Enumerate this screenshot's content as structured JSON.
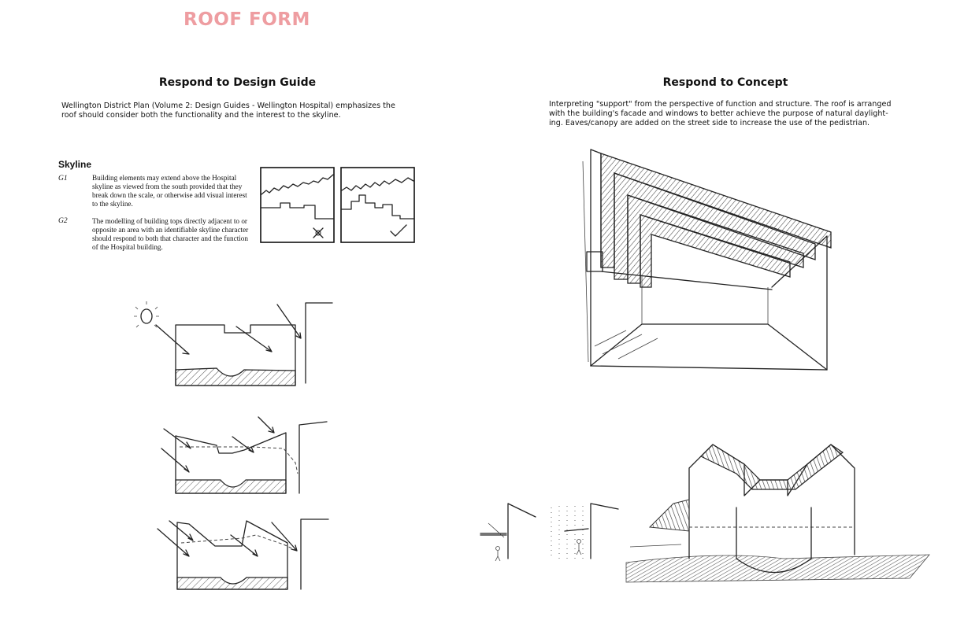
{
  "title": "ROOF FORM",
  "left": {
    "heading": "Respond to Design Guide",
    "paragraph_lines": [
      "Wellington District Plan (Volume 2: Design Guides - Wellington Hospital) emphasizes the",
      "roof should consider both the functionality and the interest to the skyline."
    ],
    "skyline": {
      "heading": "Skyline",
      "guidelines": [
        {
          "label": "G1",
          "lines": [
            "Building elements may extend above the Hospital",
            "skyline as viewed from the south provided that they",
            "break down the scale, or otherwise add visual interest",
            "to the skyline."
          ]
        },
        {
          "label": "G2",
          "lines": [
            "The modelling of building tops directly adjacent to or",
            "opposite an area with an identifiable skyline character",
            "should respond to both that character and the function",
            "of the Hospital building."
          ]
        }
      ]
    }
  },
  "right": {
    "heading": "Respond to Concept",
    "paragraph_lines": [
      "Interpreting \"support\" from the perspective of function and structure. The roof is arranged",
      "with the building's facade and windows to better achieve the purpose of natural daylight-",
      "ing. Eaves/canopy are added on the street side to increase the use of the pedistrian."
    ]
  },
  "colors": {
    "title": "#ee9da1",
    "ink": "#222222"
  }
}
